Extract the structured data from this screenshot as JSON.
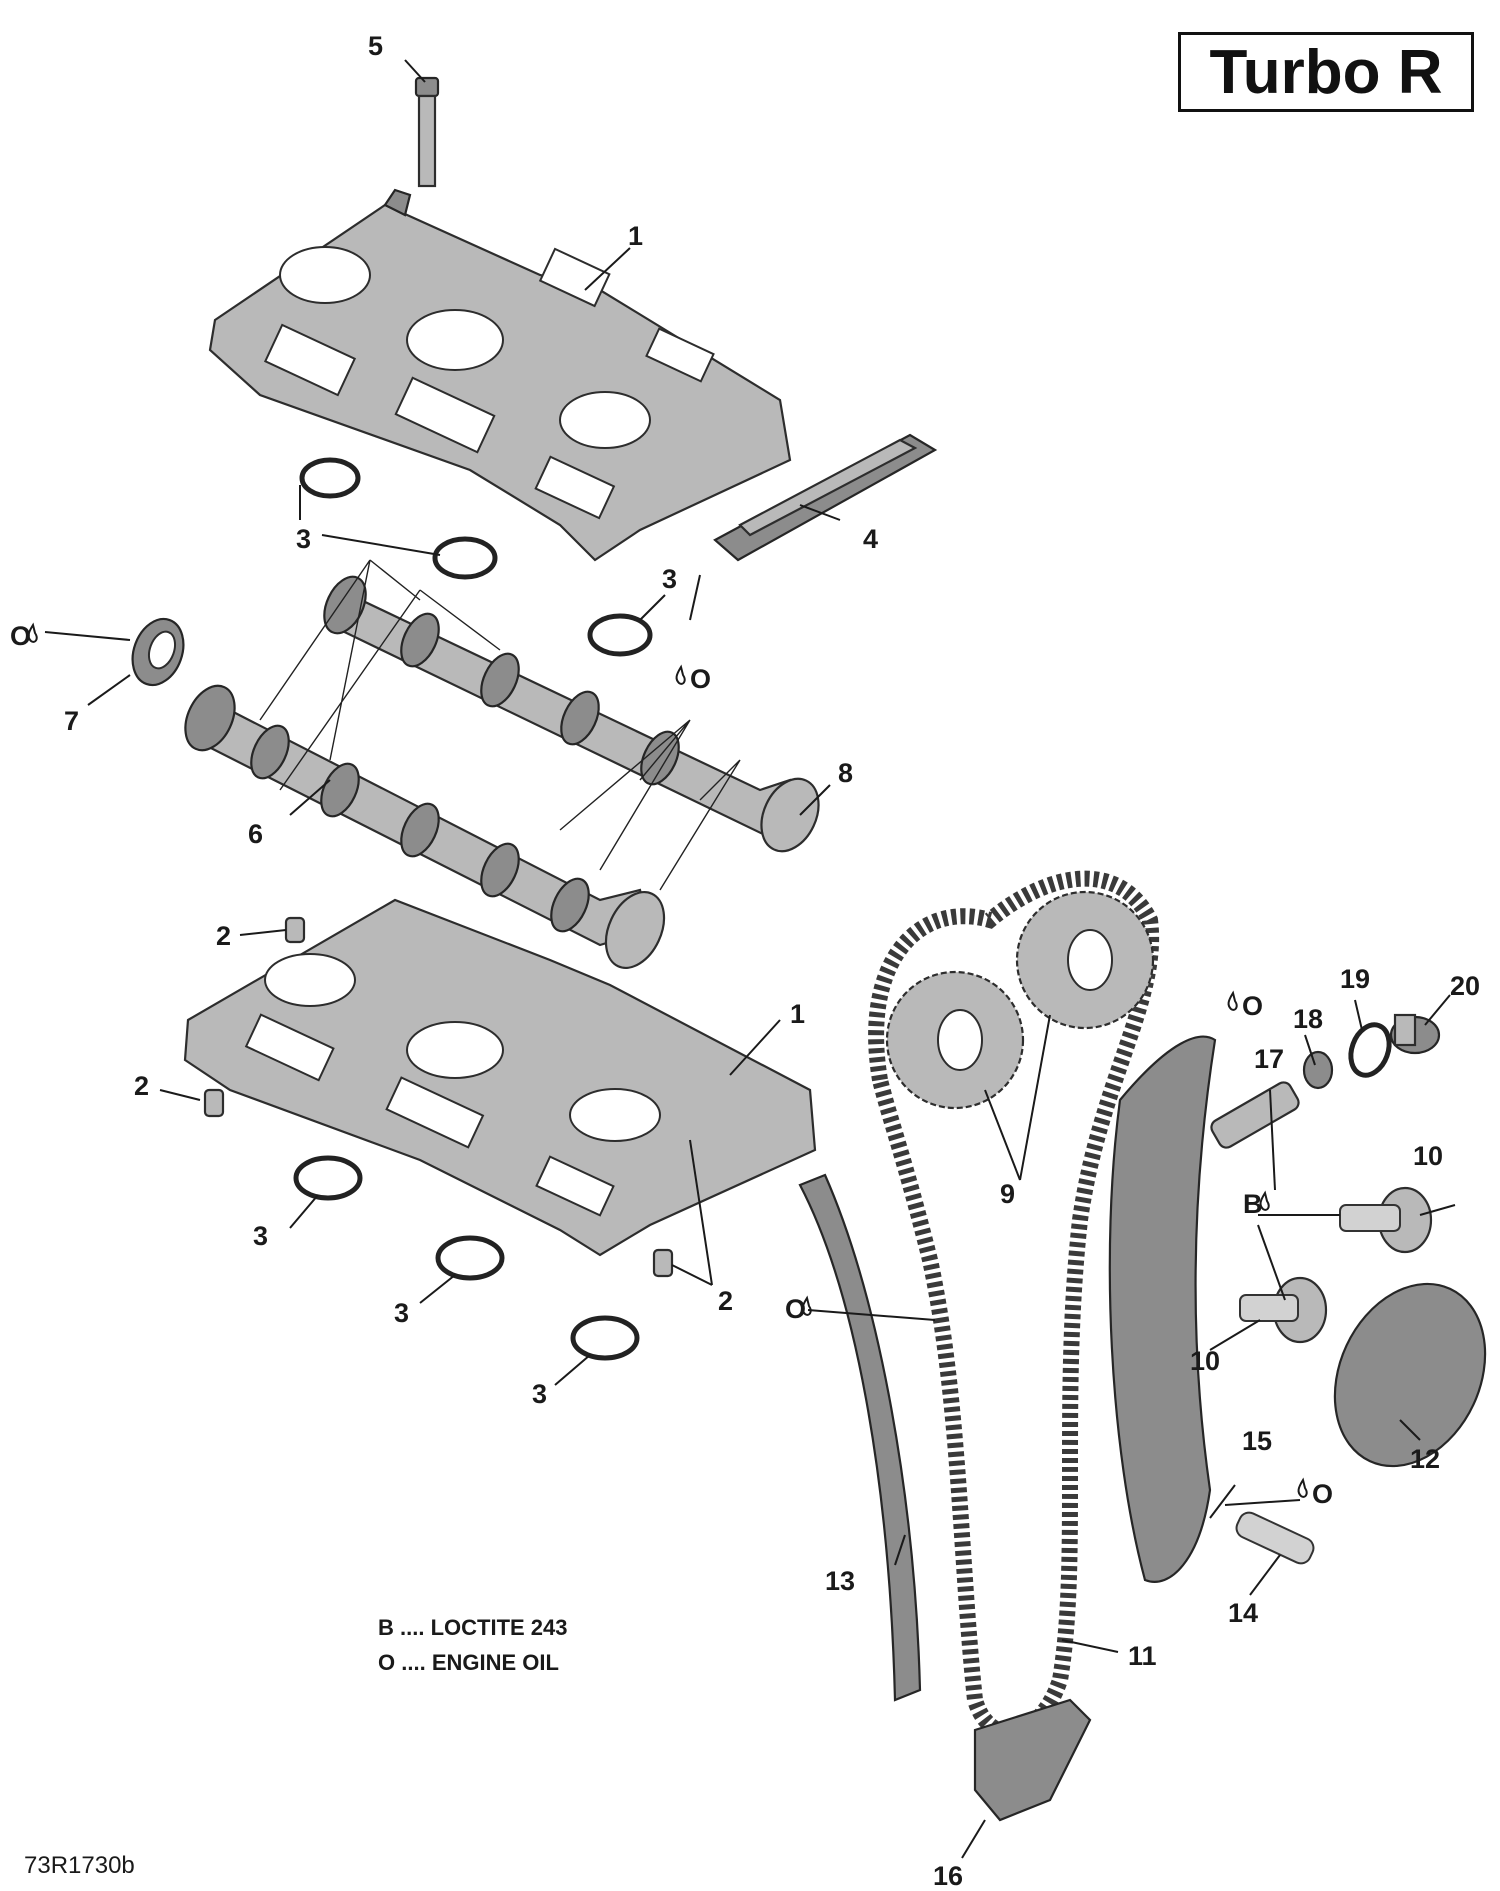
{
  "title": "Turbo R",
  "reference_code": "73R1730b",
  "legend": [
    {
      "code": "B",
      "separator": "....",
      "text": "LOCTITE 243"
    },
    {
      "code": "O",
      "separator": "....",
      "text": "ENGINE OIL"
    }
  ],
  "callouts": {
    "c1a": "1",
    "c1b": "1",
    "c2a": "2",
    "c2b": "2",
    "c2c": "2",
    "c3a": "3",
    "c3b": "3",
    "c3c": "3",
    "c3d": "3",
    "c3e": "3",
    "c4": "4",
    "c5": "5",
    "c6": "6",
    "c7": "7",
    "c8": "8",
    "c9": "9",
    "c10a": "10",
    "c10b": "10",
    "c11": "11",
    "c12": "12",
    "c13": "13",
    "c14": "14",
    "c15": "15",
    "c16": "16",
    "c17": "17",
    "c18": "18",
    "c19": "19",
    "c20": "20"
  },
  "symbols": {
    "oil_a": "O",
    "oil_b": "O",
    "oil_c": "O",
    "oil_d": "O",
    "oil_e": "O",
    "loctite_a": "B"
  }
}
